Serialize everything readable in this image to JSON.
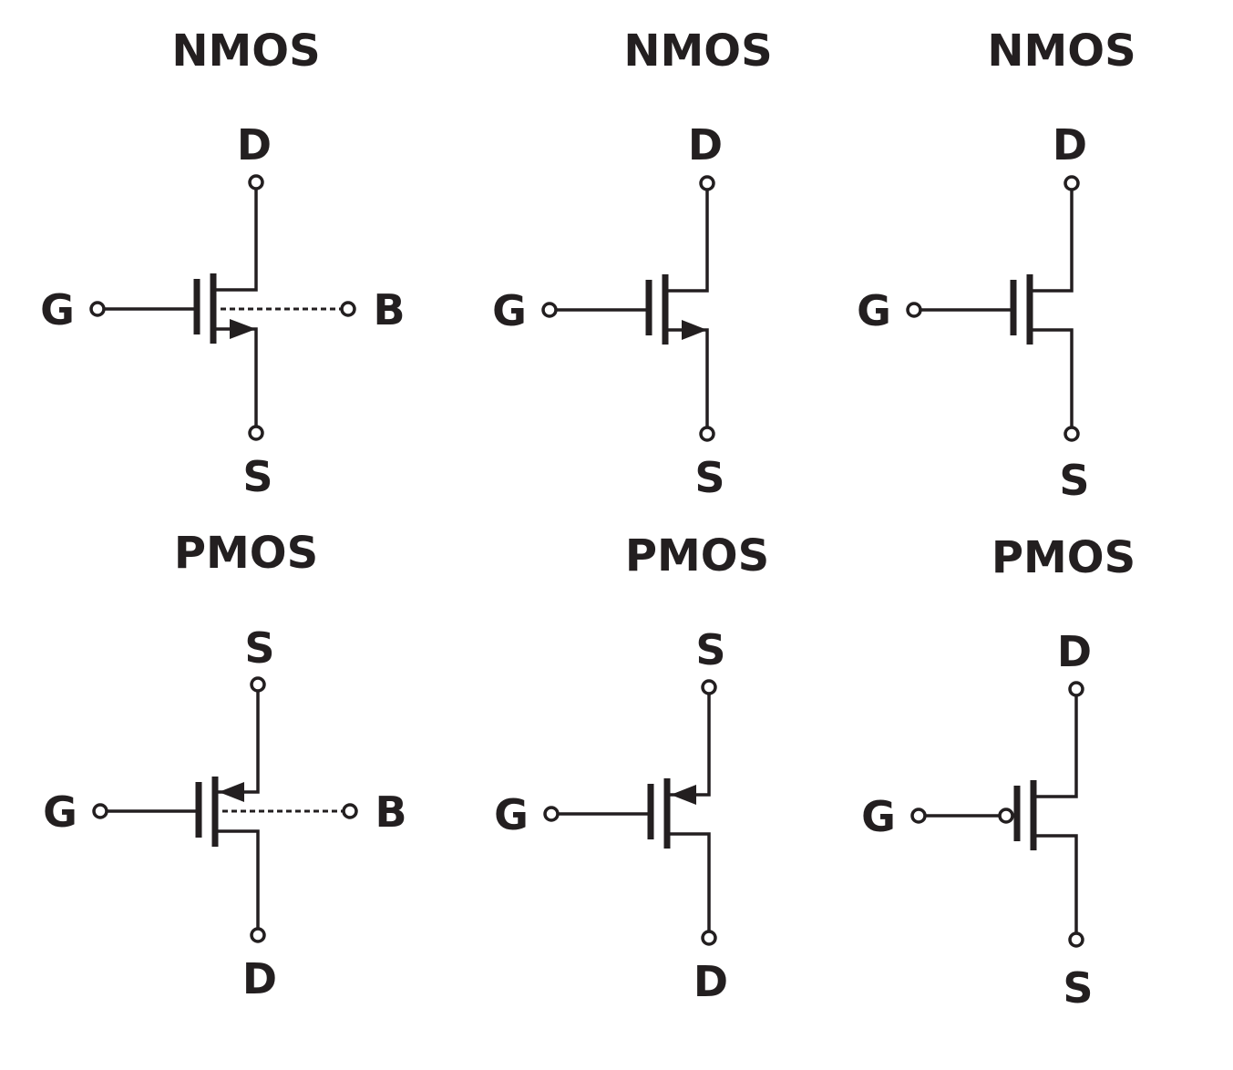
{
  "colors": {
    "ink": "#231f20",
    "background": "#ffffff"
  },
  "symbols": [
    {
      "title": "NMOS",
      "top_pin": "D",
      "bottom_pin": "S",
      "gate_pin": "G",
      "body_pin": "B",
      "arrow": "in",
      "gate_bubble": false
    },
    {
      "title": "NMOS",
      "top_pin": "D",
      "bottom_pin": "S",
      "gate_pin": "G",
      "arrow": "in",
      "gate_bubble": false
    },
    {
      "title": "NMOS",
      "top_pin": "D",
      "bottom_pin": "S",
      "gate_pin": "G",
      "arrow": "none",
      "gate_bubble": false
    },
    {
      "title": "PMOS",
      "top_pin": "S",
      "bottom_pin": "D",
      "gate_pin": "G",
      "body_pin": "B",
      "arrow": "out",
      "gate_bubble": false
    },
    {
      "title": "PMOS",
      "top_pin": "S",
      "bottom_pin": "D",
      "gate_pin": "G",
      "arrow": "out",
      "gate_bubble": false
    },
    {
      "title": "PMOS",
      "top_pin": "D",
      "bottom_pin": "S",
      "gate_pin": "G",
      "arrow": "none",
      "gate_bubble": true
    }
  ]
}
